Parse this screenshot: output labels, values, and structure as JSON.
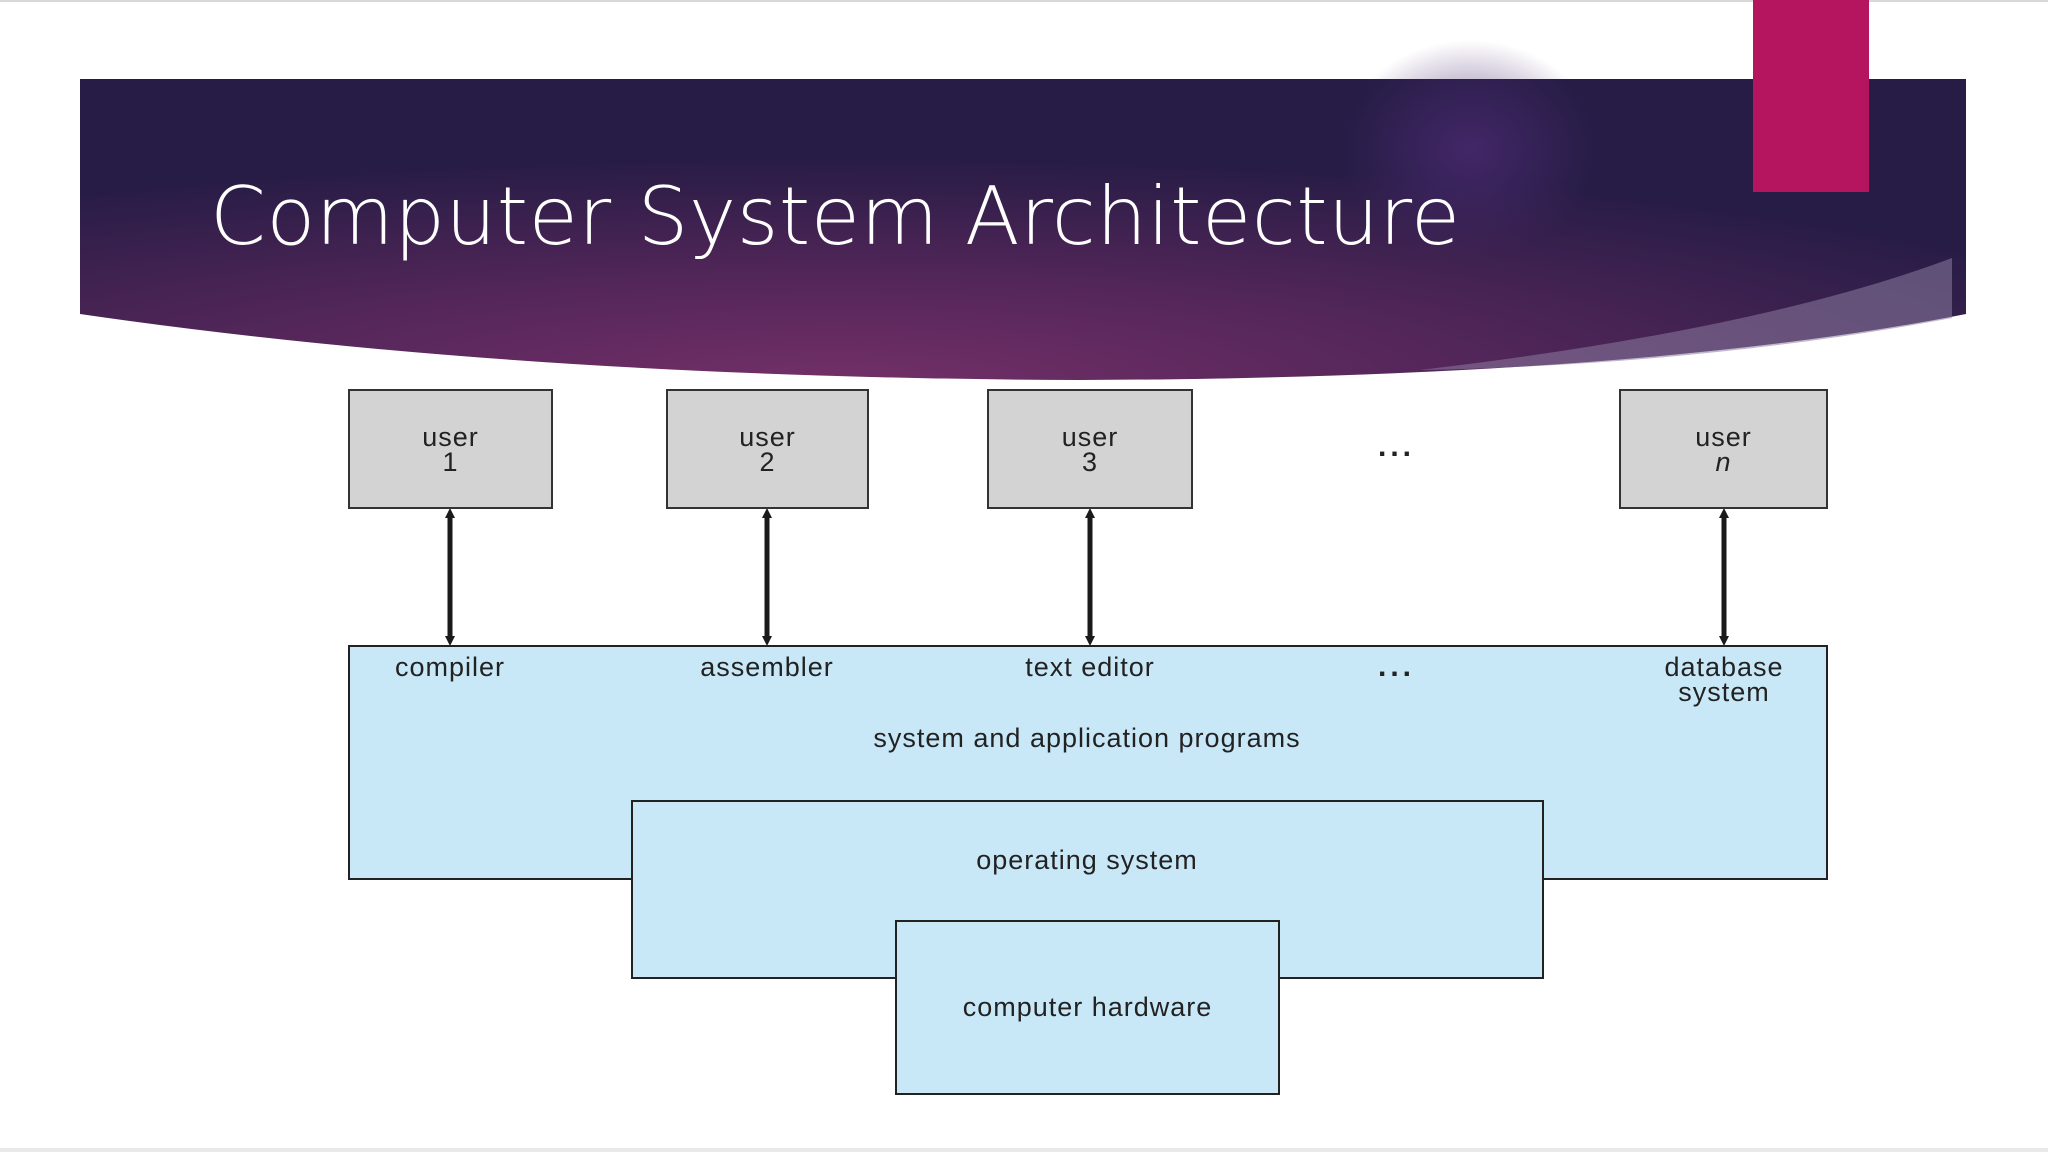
{
  "slide": {
    "title": "Computer System Architecture"
  },
  "diagram": {
    "users": [
      {
        "line1": "user",
        "line2": "1"
      },
      {
        "line1": "user",
        "line2": "2"
      },
      {
        "line1": "user",
        "line2": "3"
      },
      {
        "line1": "user",
        "line2": "n"
      }
    ],
    "user_ellipsis": "...",
    "programs": [
      "compiler",
      "assembler",
      "text editor"
    ],
    "program_ellipsis": "...",
    "database": {
      "line1": "database",
      "line2": "system"
    },
    "layers": {
      "programs": "system and application programs",
      "os": "operating system",
      "hardware": "computer hardware"
    }
  },
  "colors": {
    "banner_dark": "#2a1f4a",
    "banner_mid": "#6c2d64",
    "accent_tab": "#b5155f",
    "user_box": "#d3d3d4",
    "layer_fill": "#c8e8f8"
  }
}
